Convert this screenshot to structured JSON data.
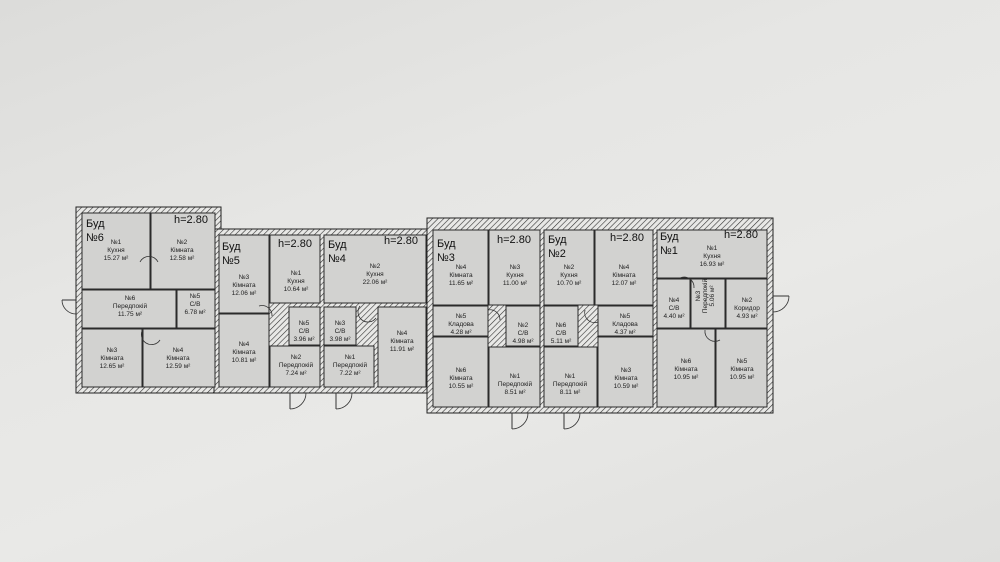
{
  "buildings": [
    {
      "id": "b6",
      "name": "Буд\n№6",
      "height": "h=2.80"
    },
    {
      "id": "b5",
      "name": "Буд\n№5",
      "height": "h=2.80"
    },
    {
      "id": "b4",
      "name": "Буд\n№4",
      "height": "h=2.80"
    },
    {
      "id": "b3",
      "name": "Буд\n№3",
      "height": "h=2.80"
    },
    {
      "id": "b2",
      "name": "Буд\n№2",
      "height": "h=2.80"
    },
    {
      "id": "b1",
      "name": "Буд\n№1",
      "height": "h=2.80"
    }
  ],
  "rooms": [
    {
      "b": "b6",
      "num": "№1",
      "type": "Кухня",
      "area": "15.27 м²"
    },
    {
      "b": "b6",
      "num": "№2",
      "type": "Кімната",
      "area": "12.58 м²"
    },
    {
      "b": "b6",
      "num": "№6",
      "type": "Передпокій",
      "area": "11.75 м²"
    },
    {
      "b": "b6",
      "num": "№5",
      "type": "С/В",
      "area": "6.78 м²"
    },
    {
      "b": "b6",
      "num": "№3",
      "type": "Кімната",
      "area": "12.65 м²"
    },
    {
      "b": "b6",
      "num": "№4",
      "type": "Кімната",
      "area": "12.59 м²"
    },
    {
      "b": "b5",
      "num": "№3",
      "type": "Кімната",
      "area": "12.06 м²"
    },
    {
      "b": "b5",
      "num": "№1",
      "type": "Кухня",
      "area": "10.64 м²"
    },
    {
      "b": "b5",
      "num": "№4",
      "type": "Кімната",
      "area": "10.81 м²"
    },
    {
      "b": "b5",
      "num": "№5",
      "type": "С/В",
      "area": "3.96 м²"
    },
    {
      "b": "b5",
      "num": "№2",
      "type": "Передпокій",
      "area": "7.24 м²"
    },
    {
      "b": "b4",
      "num": "№2",
      "type": "Кухня",
      "area": "22.06 м²"
    },
    {
      "b": "b4",
      "num": "№3",
      "type": "С/В",
      "area": "3.98 м²"
    },
    {
      "b": "b4",
      "num": "№4",
      "type": "Кімната",
      "area": "11.91 м²"
    },
    {
      "b": "b4",
      "num": "№1",
      "type": "Передпокій",
      "area": "7.22 м²"
    },
    {
      "b": "b3",
      "num": "№4",
      "type": "Кімната",
      "area": "11.65 м²"
    },
    {
      "b": "b3",
      "num": "№3",
      "type": "Кухня",
      "area": "11.00 м²"
    },
    {
      "b": "b3",
      "num": "№5",
      "type": "Кладова",
      "area": "4.28 м²"
    },
    {
      "b": "b3",
      "num": "№2",
      "type": "С/В",
      "area": "4.98 м²"
    },
    {
      "b": "b3",
      "num": "№6",
      "type": "Кімната",
      "area": "10.55 м²"
    },
    {
      "b": "b3",
      "num": "№1",
      "type": "Передпокій",
      "area": "8.51 м²"
    },
    {
      "b": "b2",
      "num": "№2",
      "type": "Кухня",
      "area": "10.70 м²"
    },
    {
      "b": "b2",
      "num": "№4",
      "type": "Кімната",
      "area": "12.07 м²"
    },
    {
      "b": "b2",
      "num": "№6",
      "type": "С/В",
      "area": "5.11 м²"
    },
    {
      "b": "b2",
      "num": "№5",
      "type": "Кладова",
      "area": "4.37 м²"
    },
    {
      "b": "b2",
      "num": "№1",
      "type": "Передпокій",
      "area": "8.11 м²"
    },
    {
      "b": "b2",
      "num": "№3",
      "type": "Кімната",
      "area": "10.59 м²"
    },
    {
      "b": "b1",
      "num": "№1",
      "type": "Кухня",
      "area": "16.93 м²"
    },
    {
      "b": "b1",
      "num": "№4",
      "type": "С/В",
      "area": "4.40 м²"
    },
    {
      "b": "b1",
      "num": "№3",
      "type": "Передпокій",
      "area": "5.06 м²"
    },
    {
      "b": "b1",
      "num": "№2",
      "type": "Коридор",
      "area": "4.93 м²"
    },
    {
      "b": "b1",
      "num": "№6",
      "type": "Кімната",
      "area": "10.95 м²"
    },
    {
      "b": "b1",
      "num": "№5",
      "type": "Кімната",
      "area": "10.95 м²"
    }
  ]
}
